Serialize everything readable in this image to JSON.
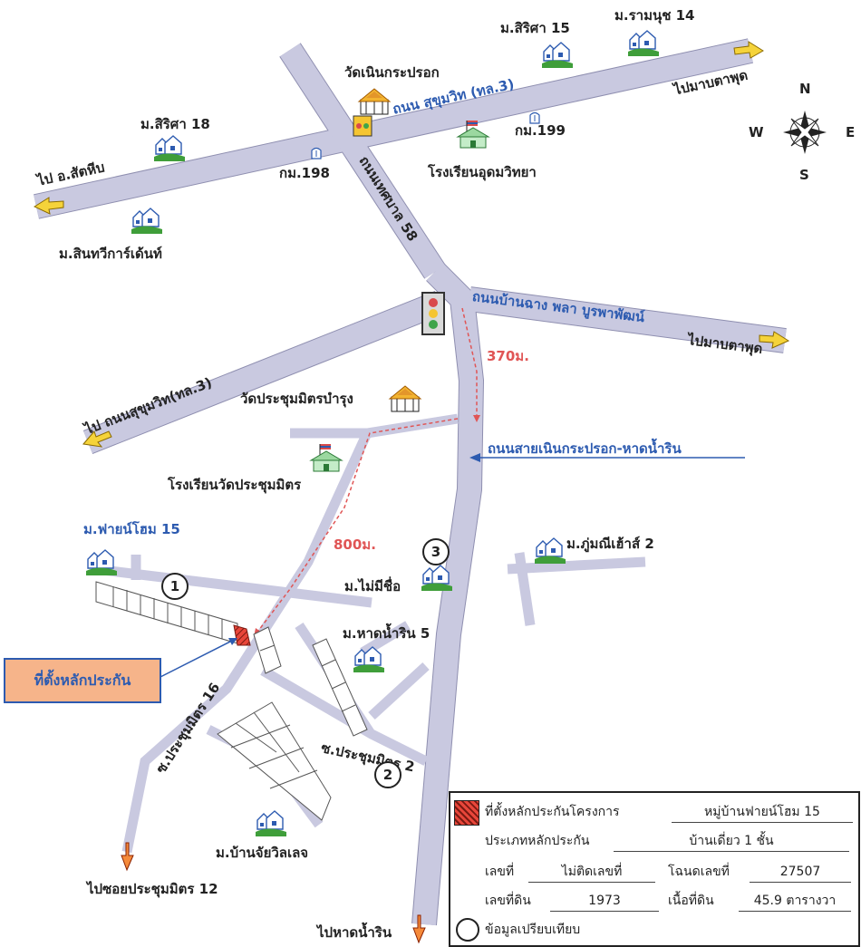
{
  "labels": {
    "wat_noen": "วัดเนินกระปรอก",
    "m_sirisa15": "ม.สิริศา 15",
    "m_ramanut14": "ม.รามนุช 14",
    "to_maptaphut_top": "ไปมาบตาพุด",
    "sukhumvit_road": "ถนน สุขุมวิท (ทล.3)",
    "m_sirisa18": "ม.สิริศา 18",
    "km199": "กม.199",
    "km198": "กม.198",
    "to_sattahip": "ไป อ.สัตหีบ",
    "school_udom": "โรงเรียนอุดมวิทยา",
    "thetsaban58": "ถนนเทศบาล 58",
    "m_sinthawee": "ม.สินทวีการ์เด้นท์",
    "ban_chang_road": "ถนนบ้านฉาง พลา บูรพาพัฒน์",
    "to_maptaphut_mid": "ไปมาบตาพุด",
    "dist_370": "370ม.",
    "to_sukhumvit": "ไป ถนนสุขุมวิท(ทล.3)",
    "wat_prachum": "วัดประชุมมิตรบำรุง",
    "sai_noen_road": "ถนนสายเนินกระปรอก-หาดน้ำริน",
    "school_prachum": "โรงเรียนวัดประชุมมิตร",
    "m_fine_home15": "ม.ฟายน์โฮม 15",
    "dist_800": "800ม.",
    "m_phummanee": "ม.ภู่มณีเฮ้าส์ 2",
    "m_mai_mee_chue": "ม.ไม่มีชื่อ",
    "m_hat_namrin5": "ม.หาดน้ำริน 5",
    "collateral_site": "ที่ตั้งหลักประกัน",
    "soi_prachum16": "ซ.ประชุมมิตร 16",
    "soi_prachum2": "ซ.ประชุมมิตร 2",
    "m_ban_chai": "ม.บ้านจัยวิลเลจ",
    "to_soi12": "ไปซอยประชุมมิตร 12",
    "to_hat_namrin": "ไปหาดน้ำริน",
    "circle1": "1",
    "circle2": "2",
    "circle3": "3"
  },
  "compass": {
    "n": "N",
    "s": "S",
    "e": "E",
    "w": "W"
  },
  "legend": {
    "site_label": "ที่ตั้งหลักประกันโครงการ",
    "project": "หมู่บ้านฟายน์โฮม 15",
    "type_label": "ประเภทหลักประกัน",
    "type_value": "บ้านเดี่ยว 1 ชั้น",
    "no_label": "เลขที่",
    "no_value": "ไม่ติดเลขที่",
    "deed_label": "โฉนดเลขที่",
    "deed_value": "27507",
    "land_label": "เลขที่ดิน",
    "land_value": "1973",
    "area_label": "เนื้อที่ดิน",
    "area_value": "45.9 ตารางวา",
    "compare_label": "ข้อมูลเปรียบเทียบ"
  },
  "colors": {
    "road": "#c9c9e0",
    "road_edge": "#8f8fb0",
    "arrow": "#f5d33a",
    "blue_text": "#2d5bb0",
    "distance": "#e05555",
    "site": "#d9362a",
    "callout_bg": "#f6b48a"
  },
  "icons": [
    "village-icon",
    "temple-icon",
    "school-icon",
    "traffic-light-icon",
    "km-marker-icon",
    "compass-icon"
  ]
}
